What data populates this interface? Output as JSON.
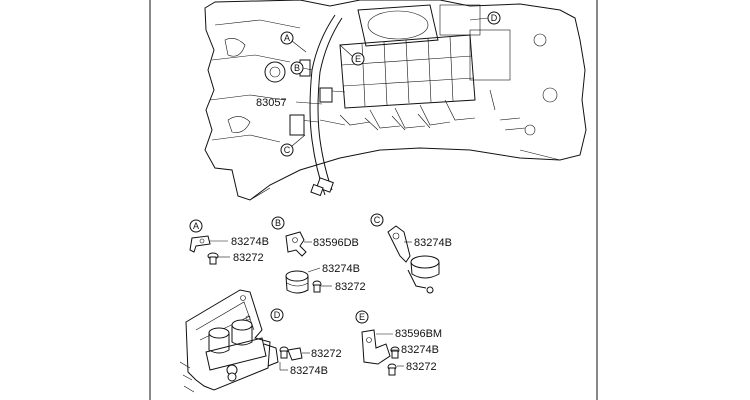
{
  "callouts": {
    "main": "83057"
  },
  "balloons": [
    "A",
    "B",
    "C",
    "D",
    "E"
  ],
  "detail_a": {
    "letter": "A",
    "parts": [
      "83274B",
      "83272"
    ]
  },
  "detail_b": {
    "letter": "B",
    "parts": [
      "83596DB",
      "83274B",
      "83272"
    ]
  },
  "detail_c": {
    "letter": "C",
    "parts": [
      "83274B"
    ]
  },
  "detail_d": {
    "letter": "D",
    "parts": [
      "83272",
      "83274B"
    ]
  },
  "detail_e": {
    "letter": "E",
    "parts": [
      "83596BM",
      "83274B",
      "83272"
    ]
  },
  "icons": [
    "engine-block-drawing",
    "wire-harness",
    "clip-bracket",
    "bolt",
    "solenoid-assembly"
  ]
}
